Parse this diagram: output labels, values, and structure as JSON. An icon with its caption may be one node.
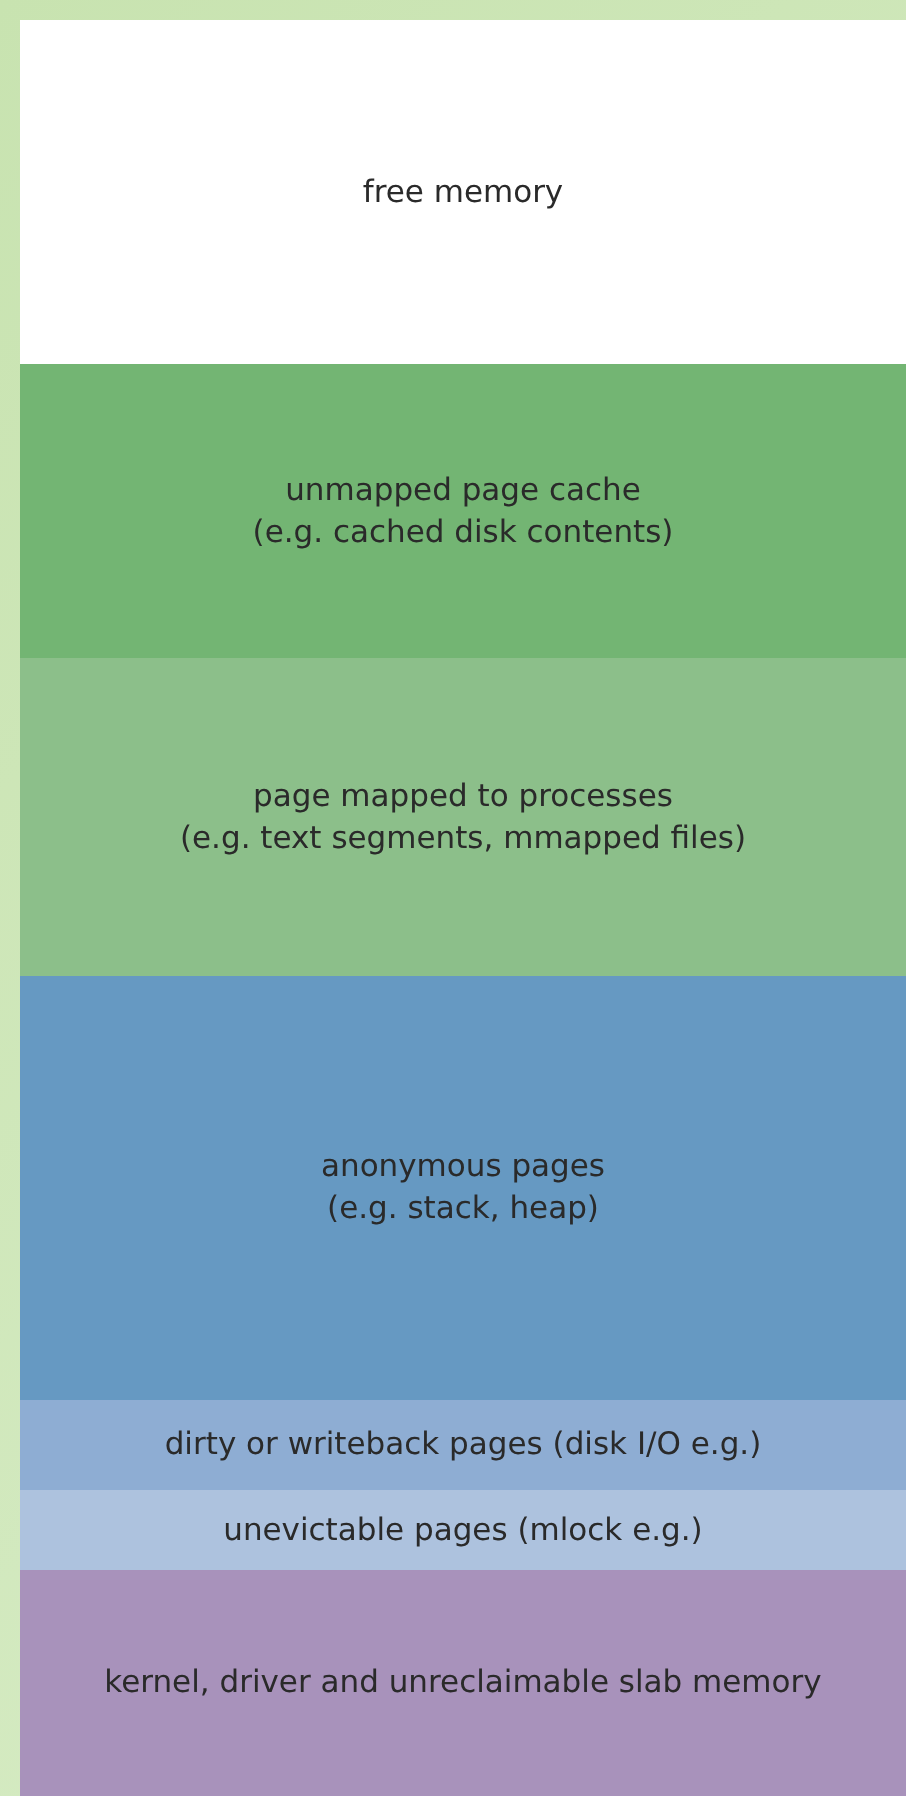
{
  "diagram": {
    "nodes": [
      {
        "text": [
          "free memory"
        ]
      },
      {
        "text": [
          "unmapped page cache",
          "(e.g. cached disk contents)"
        ]
      },
      {
        "text": [
          "page mapped to processes",
          "(e.g. text segments, mmapped files)"
        ]
      },
      {
        "text": [
          "anonymous pages",
          "(e.g. stack, heap)"
        ]
      },
      {
        "text": [
          "dirty or writeback pages (disk I/O e.g.)"
        ]
      },
      {
        "text": [
          "unevictable pages (mlock e.g.)"
        ]
      },
      {
        "text": [
          "kernel, driver and unreclaimable slab memory"
        ]
      }
    ]
  }
}
